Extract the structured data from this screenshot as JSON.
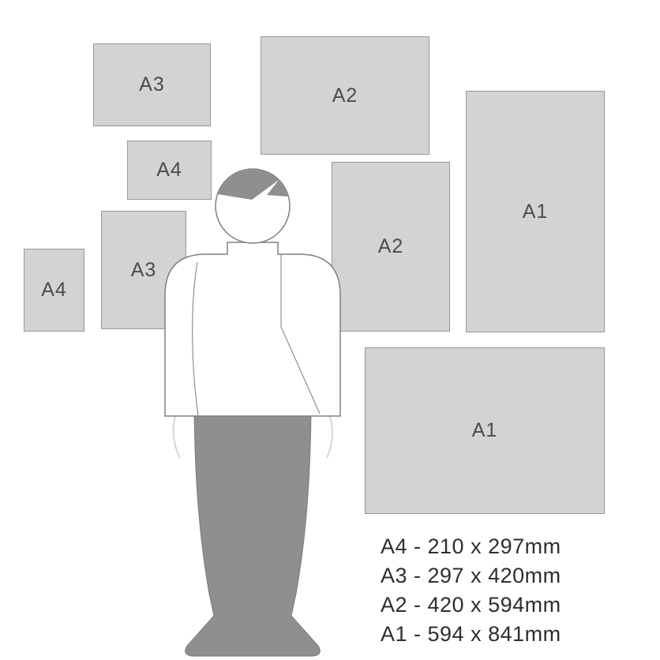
{
  "diagram": {
    "description": "Comparison of A-series paper sizes against a human figure"
  },
  "colors": {
    "paper_fill": "#d3d3d3",
    "paper_border": "#979797",
    "paper_label": "#4c4c4c",
    "figure_fill_dark": "#8f8f8f",
    "figure_outline": "#808080",
    "legend_text": "#2e2e2e",
    "background": "#ffffff"
  },
  "papers": [
    {
      "id": "a3-landscape",
      "label": "A3"
    },
    {
      "id": "a2-landscape",
      "label": "A2"
    },
    {
      "id": "a1-portrait",
      "label": "A1"
    },
    {
      "id": "a4-landscape",
      "label": "A4"
    },
    {
      "id": "a2-portrait",
      "label": "A2"
    },
    {
      "id": "a3-portrait",
      "label": "A3"
    },
    {
      "id": "a4-portrait",
      "label": "A4"
    },
    {
      "id": "a1-landscape",
      "label": "A1"
    }
  ],
  "legend": {
    "lines": [
      "A4 - 210 x 297mm",
      "A3 - 297 x 420mm",
      "A2 - 420 x 594mm",
      "A1 - 594 x 841mm"
    ]
  }
}
